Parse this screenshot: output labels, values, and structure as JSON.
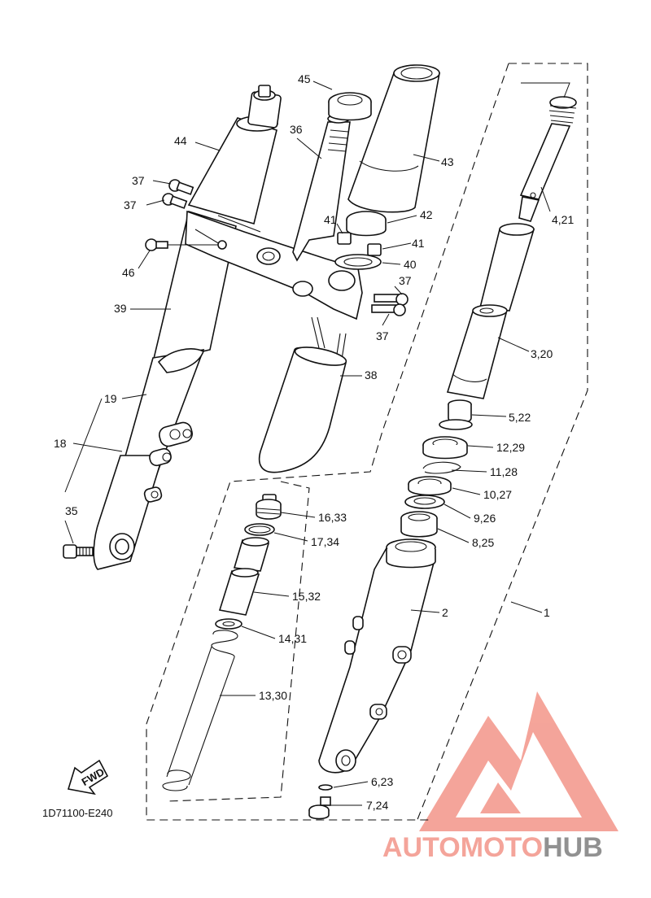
{
  "diagram_code": "1D71100-E240",
  "fwd_label": "FWD",
  "watermark": {
    "part1": "AUTO",
    "part2": "MOTO",
    "part3": "HUB",
    "color_main": "#f4a095",
    "color_hub": "#8c8c8c"
  },
  "callouts": {
    "c1": "1",
    "c2": "2",
    "c3_20": "3,20",
    "c4_21": "4,21",
    "c5_22": "5,22",
    "c6_23": "6,23",
    "c7_24": "7,24",
    "c8_25": "8,25",
    "c9_26": "9,26",
    "c10_27": "10,27",
    "c11_28": "11,28",
    "c12_29": "12,29",
    "c13_30": "13,30",
    "c14_31": "14,31",
    "c15_32": "15,32",
    "c16_33": "16,33",
    "c17_34": "17,34",
    "c18": "18",
    "c19": "19",
    "c35": "35",
    "c36": "36",
    "c37a": "37",
    "c37b": "37",
    "c37c": "37",
    "c37d": "37",
    "c38": "38",
    "c39": "39",
    "c40": "40",
    "c41a": "41",
    "c41b": "41",
    "c42": "42",
    "c43": "43",
    "c44": "44",
    "c45": "45",
    "c46": "46"
  }
}
